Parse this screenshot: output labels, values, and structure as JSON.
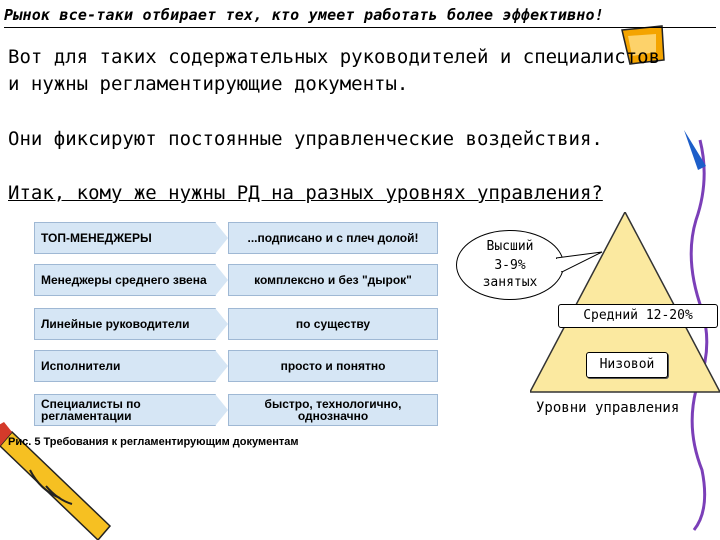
{
  "title": "Рынок все-таки отбирает тех, кто умеет работать более эффективно!",
  "paragraphs": {
    "p1": "Вот для таких содержательных руководителей и специалистов и нужны регламентирующие документы.",
    "p2": "Они фиксируют постоянные управленческие воздействия.",
    "p3": "Итак, кому же нужны РД на разных уровнях управления?"
  },
  "figure": {
    "rows": [
      {
        "who": "ТОП-МЕНЕДЖЕРЫ",
        "requirement": "...подписано и с плеч долой!"
      },
      {
        "who": "Менеджеры среднего звена",
        "requirement": "комплексно и без \"дырок\""
      },
      {
        "who": "Линейные руководители",
        "requirement": "по существу"
      },
      {
        "who": "Исполнители",
        "requirement": "просто и понятно"
      },
      {
        "who": "Специалисты по регламентации",
        "requirement": "быстро, технологично, однозначно"
      }
    ],
    "caption": "Рис. 5 Требования к регламентирующим документам"
  },
  "pyramid": {
    "top_label": "Высший",
    "top_value": "3-9%",
    "top_unit": "занятых",
    "middle_label": "Средний 12-20%",
    "low_label": "Низовой",
    "axis_label": "Уровни управления",
    "colors": {
      "fill": "#fbe9a0",
      "stroke": "#333333"
    }
  }
}
